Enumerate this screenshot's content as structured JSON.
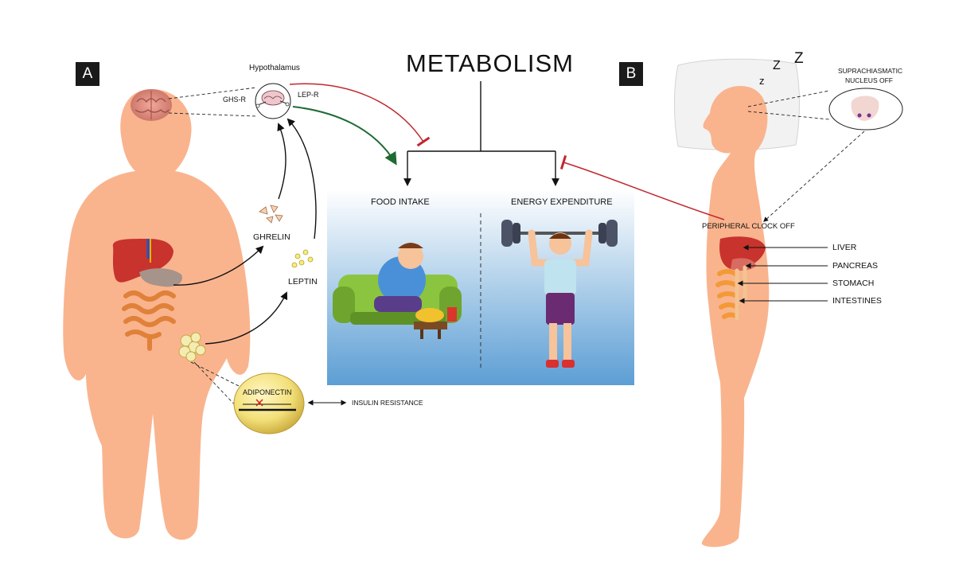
{
  "title": "METABOLISM",
  "panels": {
    "a_label": "A",
    "b_label": "B"
  },
  "panel_a": {
    "hypothalamus": "Hypothalamus",
    "ghs_r": "GHS-R",
    "lep_r": "LEP-R",
    "ghrelin": "GHRELIN",
    "leptin": "LEPTIN",
    "adiponectin": "ADIPONECTIN",
    "insulin_resistance": "INSULIN RESISTANCE"
  },
  "center": {
    "food_intake": "FOOD INTAKE",
    "energy_expenditure": "ENERGY EXPENDITURE"
  },
  "panel_b": {
    "scn_line1": "SUPRACHIASMATIC",
    "scn_line2": "NUCLEUS OFF",
    "peripheral_clock": "PERIPHERAL CLOCK OFF",
    "sleep_z": [
      "z",
      "Z",
      "Z"
    ],
    "organs": [
      "LIVER",
      "PANCREAS",
      "STOMACH",
      "INTESTINES"
    ]
  },
  "colors": {
    "skin": "#f9b48e",
    "inhibit": "#c0272d",
    "stimulate": "#1f6b34",
    "panel_top": "#ffffff",
    "panel_bottom": "#5c9ed4"
  }
}
